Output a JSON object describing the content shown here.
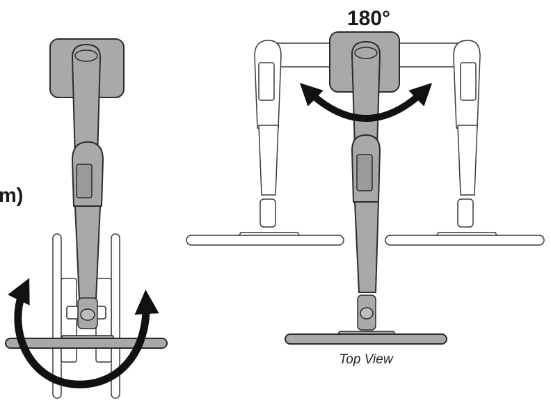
{
  "labels": {
    "rotation_angle": "180°",
    "partial_label": "m)",
    "view_caption": "Top View"
  },
  "colors": {
    "arm_fill": "#a9a9a9",
    "arm_stroke": "#2b2b2b",
    "ghost_fill": "#ffffff",
    "ghost_stroke": "#3a3a3a",
    "arrow": "#111111"
  },
  "icons": {
    "rotation_arrow": "curved-double-arrow-icon",
    "swivel_arrow": "circular-rotation-arrow-icon"
  }
}
